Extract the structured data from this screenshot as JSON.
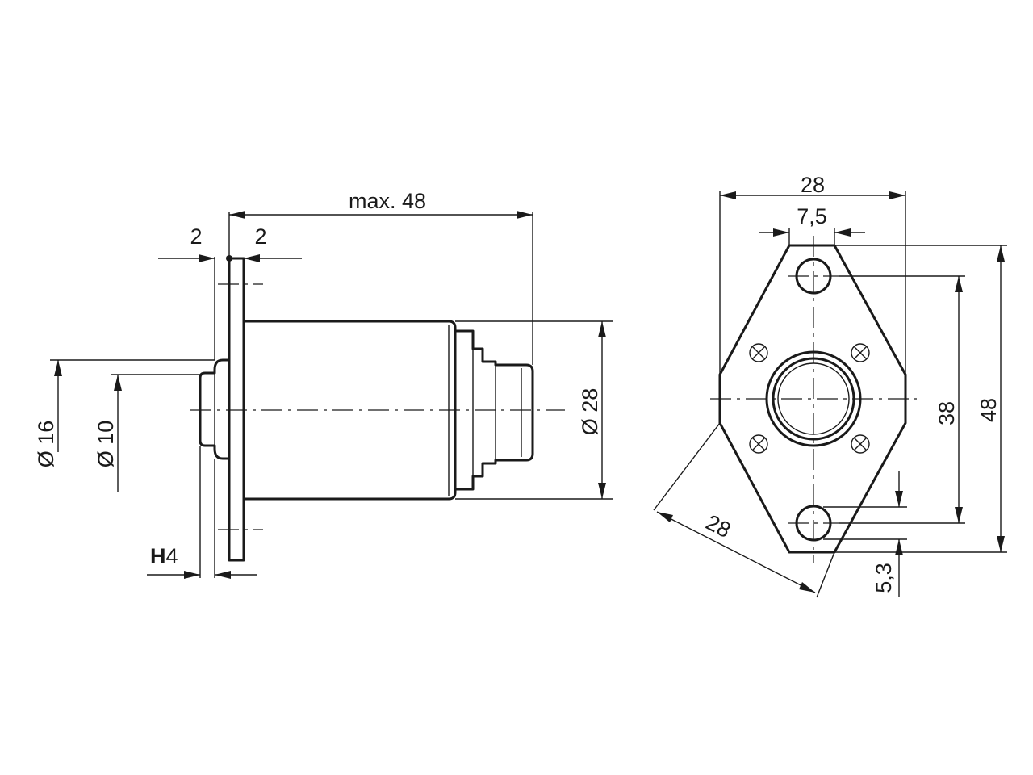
{
  "colors": {
    "ink": "#1a1a1a",
    "background": "#ffffff"
  },
  "side_view": {
    "dims": {
      "overall_length": "max. 48",
      "flange_offset": "2",
      "flange_thickness": "2",
      "diameter_outer": "Ø 16",
      "diameter_inner": "Ø 10",
      "diameter_body": "Ø 28",
      "tolerance_bold": "H",
      "tolerance_num": "4"
    }
  },
  "front_view": {
    "dims": {
      "flange_width": "28",
      "hole_spacing_x": "7,5",
      "hole_spacing_y": "38",
      "flange_height": "48",
      "diagonal_width": "28",
      "hole_diameter": "5,3"
    }
  }
}
